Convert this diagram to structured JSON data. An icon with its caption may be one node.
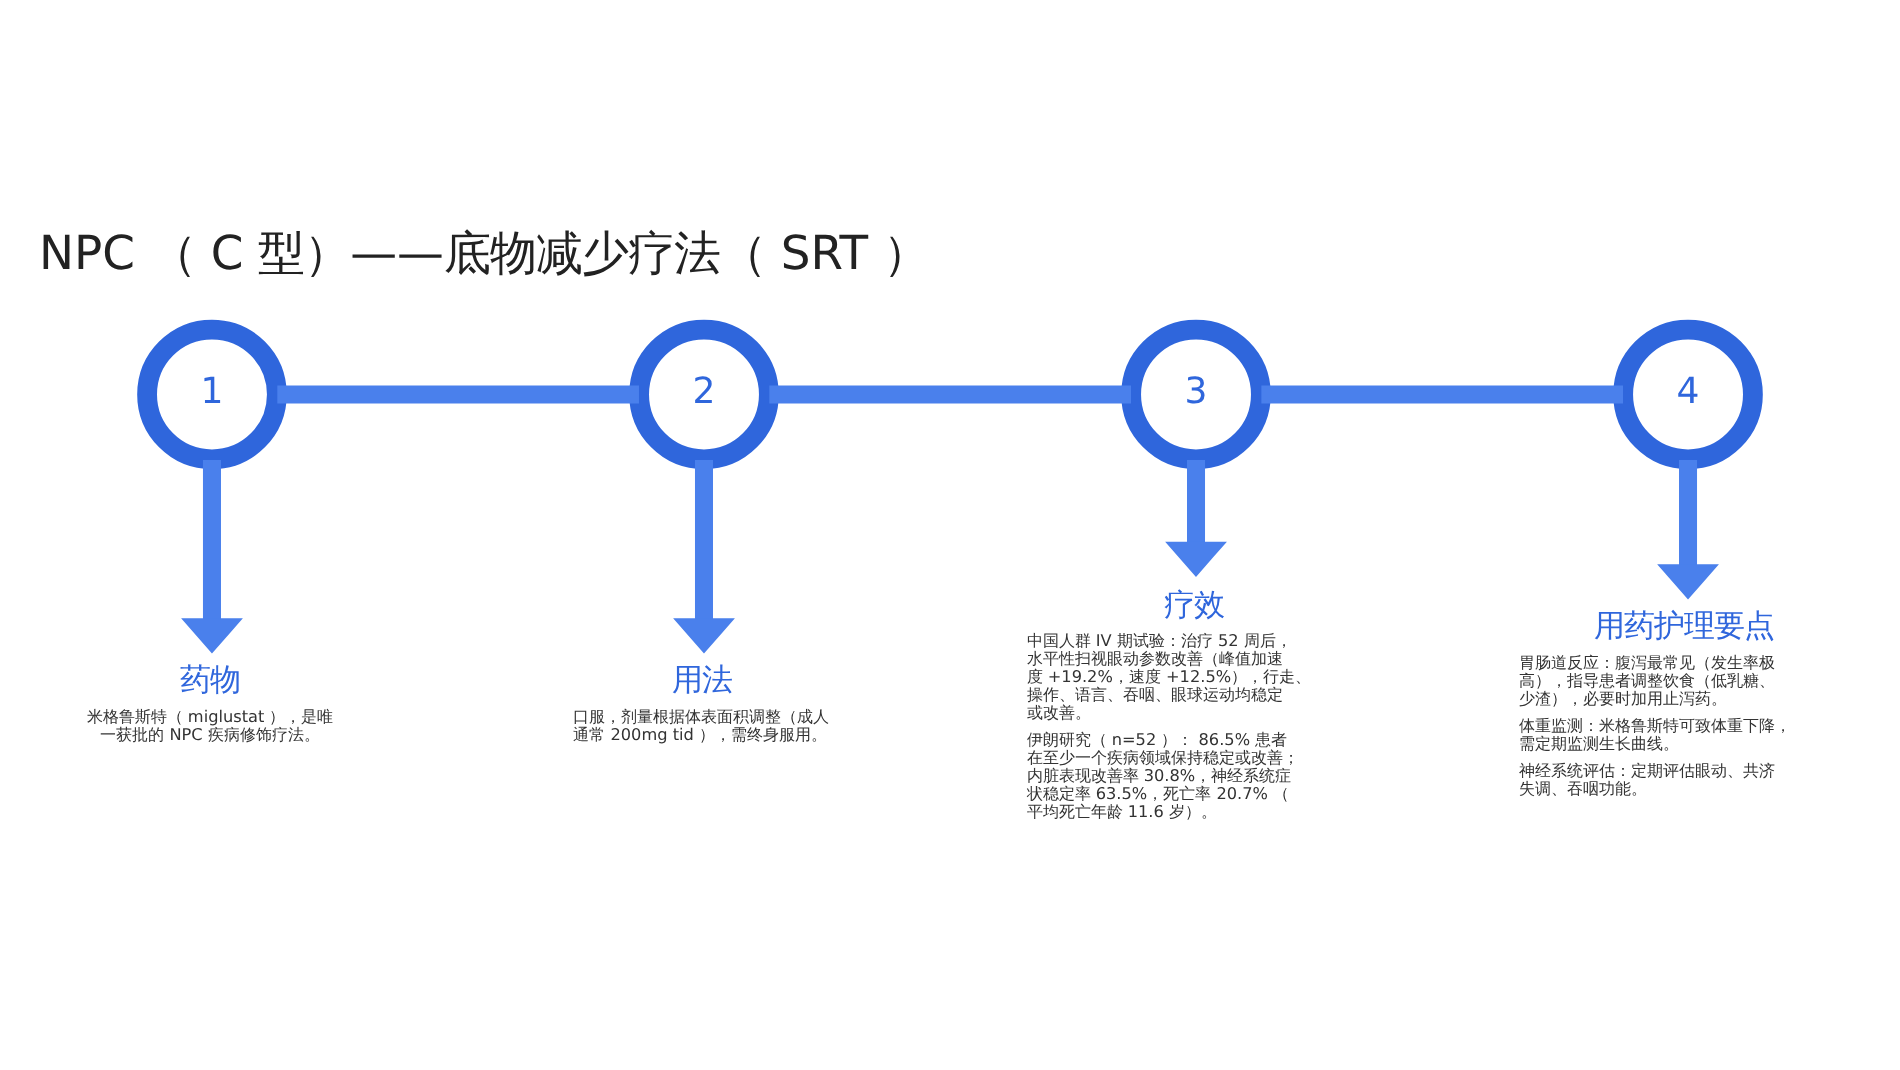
{
  "diagram": {
    "title": "NPC （ C 型）——底物减少疗法（ SRT ）",
    "nodes": [
      {
        "text": [
          "1"
        ]
      },
      {
        "text": [
          "2"
        ]
      },
      {
        "text": [
          "3"
        ]
      },
      {
        "text": [
          "4"
        ]
      },
      {
        "text": [
          "药物",
          "米格鲁斯特（ miglustat ），是唯一获批的 NPC 疾病修饰疗法。"
        ]
      },
      {
        "text": [
          "用法",
          "口服，剂量根据体表面积调整（成人通常 200mg tid ），需终身服用。"
        ]
      },
      {
        "text": [
          "疗效",
          "中国人群 IV 期试验：治疗 52 周后，水平性扫视眼动参数改善（峰值加速度 +19.2%，速度 +12.5%），行走、操作、语言、吞咽、眼球运动均稳定或改善。",
          "伊朗研究（ n=52 ）： 86.5% 患者在至少一个疾病领域保持稳定或改善；内脏表现改善率 30.8%，神经系统症状稳定率 63.5%，死亡率 20.7% （平均死亡年龄 11.6 岁）。"
        ]
      },
      {
        "text": [
          "用药护理要点",
          "胃肠道反应：腹泻最常见（发生率极高），指导患者调整饮食（低乳糖、少渣），必要时加用止泻药。",
          "体重监测：米格鲁斯特可致体重下降，需定期监测生长曲线。",
          "神经系统评估：定期评估眼动、共济失调、吞咽功能。"
        ]
      }
    ],
    "edges": [
      {
        "from": 0,
        "to": 1,
        "arrow": "none"
      },
      {
        "from": 1,
        "to": 2,
        "arrow": "none"
      },
      {
        "from": 2,
        "to": 3,
        "arrow": "none"
      },
      {
        "from": 0,
        "to": 4,
        "arrow": "to"
      },
      {
        "from": 1,
        "to": 5,
        "arrow": "to"
      },
      {
        "from": 2,
        "to": 6,
        "arrow": "to"
      },
      {
        "from": 3,
        "to": 7,
        "arrow": "to"
      }
    ]
  }
}
